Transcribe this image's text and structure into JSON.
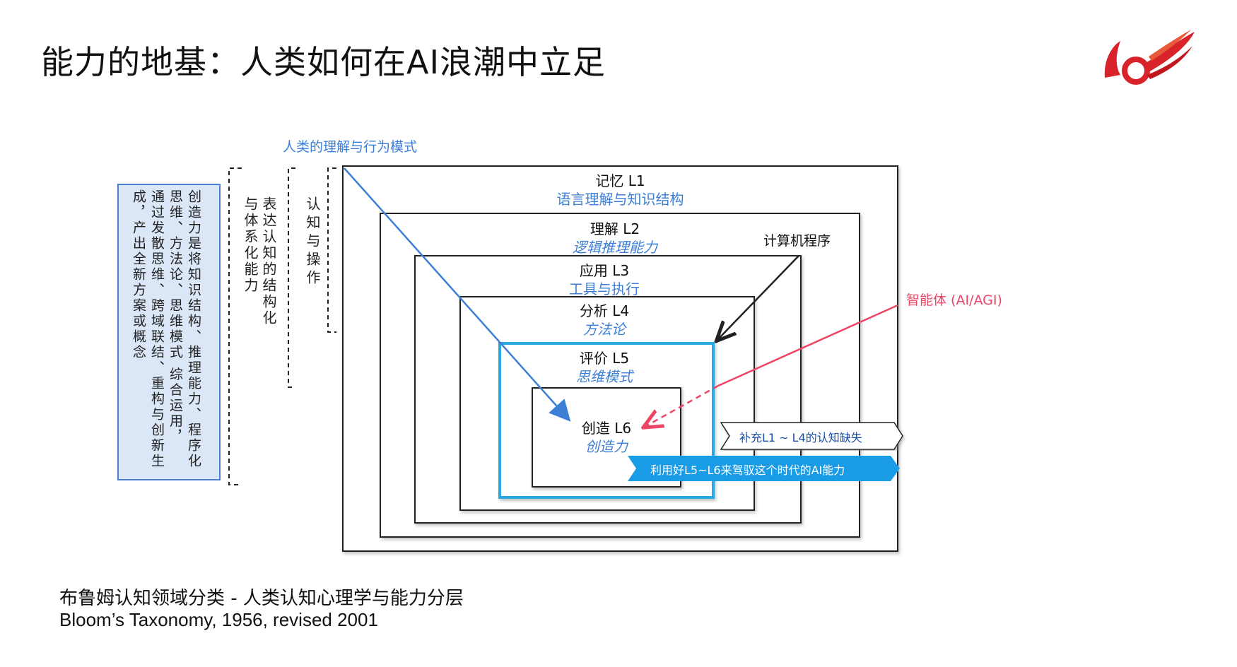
{
  "title": "能力的地基：人类如何在AI浪潮中立足",
  "left_box_text": [
    "创造力是将知识结构、推理能力、程序化",
    "思维、方法论、思维模式 综合运用，",
    "通过发散思维、跨域联结、重构与创新生",
    "成，产出全新方案或概念"
  ],
  "bracket_labels": [
    "表达认知的结构化",
    "与体系化能力",
    "认知与操作"
  ],
  "top_label": "人类的理解与行为模式",
  "levels": [
    {
      "name": "记忆 L1",
      "sub": "语言理解与知识结构"
    },
    {
      "name": "理解 L2",
      "sub": "逻辑推理能力"
    },
    {
      "name": "应用 L3",
      "sub": "工具与执行"
    },
    {
      "name": "分析 L4",
      "sub": "方法论"
    },
    {
      "name": "评价 L5",
      "sub": "思维模式"
    },
    {
      "name": "创造 L6",
      "sub": "创造力"
    }
  ],
  "computer_label": "计算机程序",
  "agent_label": "智能体 (AI/AGI)",
  "ribbon1": "补充L1 ~ L4的认知缺失",
  "ribbon2": "利用好L5~L6来驾驭这个时代的AI能力",
  "caption_cn": "布鲁姆认知领域分类 - 人类认知心理学与能力分层",
  "caption_en": "Bloom’s Taxonomy, 1956, revised 2001",
  "colors": {
    "blue": "#3d7fd6",
    "cyan": "#29a8e0",
    "pink": "#ee4466",
    "ribbon": "#1a9be6",
    "logo": "#d8232a"
  }
}
